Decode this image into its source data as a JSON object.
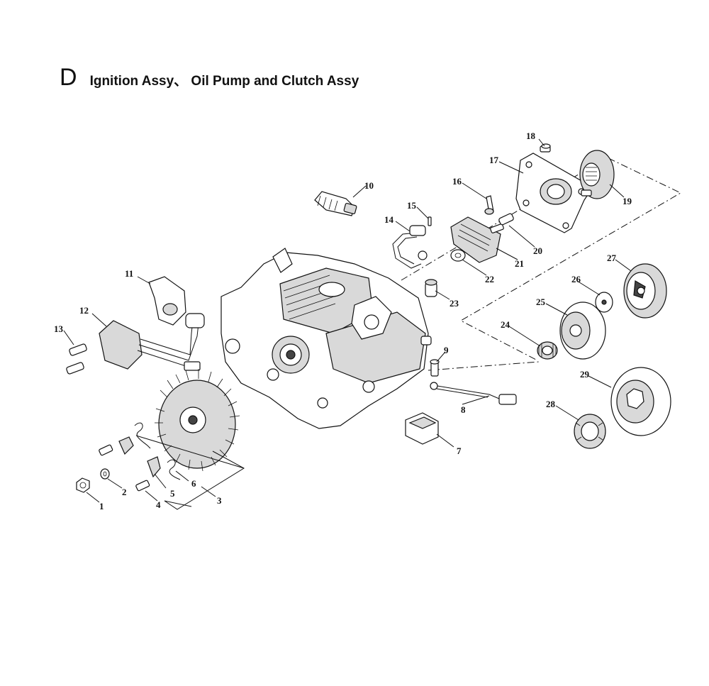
{
  "header": {
    "section_letter": "D",
    "title": "Ignition Assy、 Oil Pump and Clutch Assy"
  },
  "callouts": [
    "1",
    "2",
    "3",
    "4",
    "5",
    "6",
    "7",
    "8",
    "9",
    "10",
    "11",
    "12",
    "13",
    "14",
    "15",
    "16",
    "17",
    "18",
    "19",
    "20",
    "21",
    "22",
    "23",
    "24",
    "25",
    "26",
    "27",
    "28",
    "29"
  ]
}
